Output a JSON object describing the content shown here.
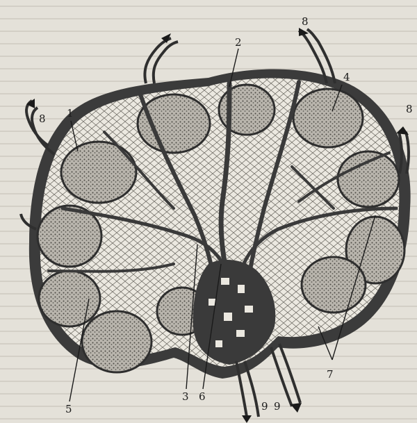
{
  "figure": {
    "labels": [
      {
        "id": "capsule",
        "text": "1"
      },
      {
        "id": "trabecula",
        "text": "2"
      },
      {
        "id": "paracortex",
        "text": "3"
      },
      {
        "id": "follicle",
        "text": "4"
      },
      {
        "id": "subcapsular-sinus",
        "text": "5"
      },
      {
        "id": "medullary-cords",
        "text": "6"
      },
      {
        "id": "medullary-sinuses",
        "text": "7"
      },
      {
        "id": "afferent-vessel-top",
        "text": "8"
      },
      {
        "id": "afferent-vessel-left",
        "text": "8"
      },
      {
        "id": "afferent-vessel-right",
        "text": "8"
      },
      {
        "id": "efferent-vessel-a",
        "text": "9"
      },
      {
        "id": "efferent-vessel-b",
        "text": "9"
      }
    ],
    "colors": {
      "background": "#e4e1d9",
      "capsule": "#3b3b3b",
      "sinus": "#f2efe8",
      "follicle": "#9a968e",
      "ink": "#1a1a1a"
    }
  }
}
